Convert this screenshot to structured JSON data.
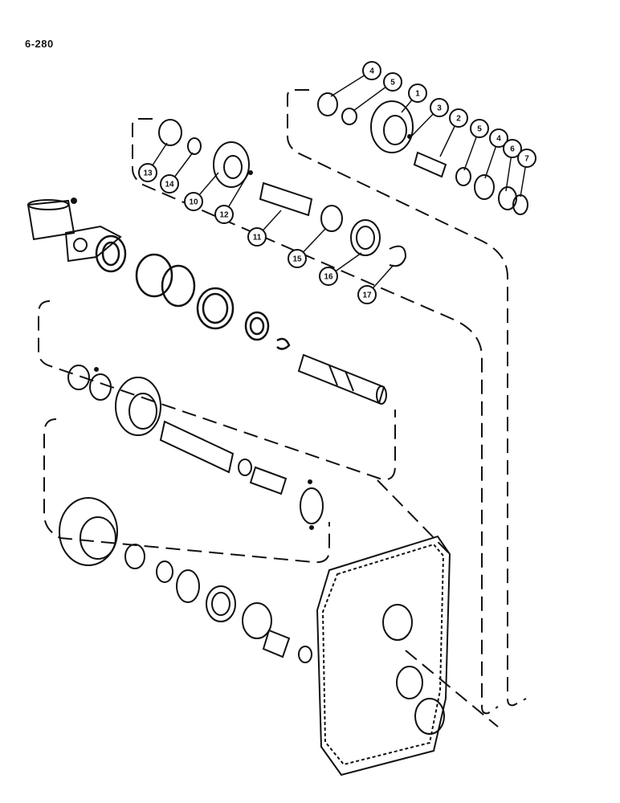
{
  "page_label": "6-280",
  "callouts": [
    {
      "num": "4"
    },
    {
      "num": "5"
    },
    {
      "num": "1"
    },
    {
      "num": "3"
    },
    {
      "num": "2"
    },
    {
      "num": "5"
    },
    {
      "num": "4"
    },
    {
      "num": "6"
    },
    {
      "num": "7"
    },
    {
      "num": "13"
    },
    {
      "num": "14"
    },
    {
      "num": "10"
    },
    {
      "num": "12"
    },
    {
      "num": "11"
    },
    {
      "num": "15"
    },
    {
      "num": "16"
    },
    {
      "num": "17"
    }
  ],
  "colors": {
    "ink": "#111111",
    "paper": "#ffffff"
  }
}
